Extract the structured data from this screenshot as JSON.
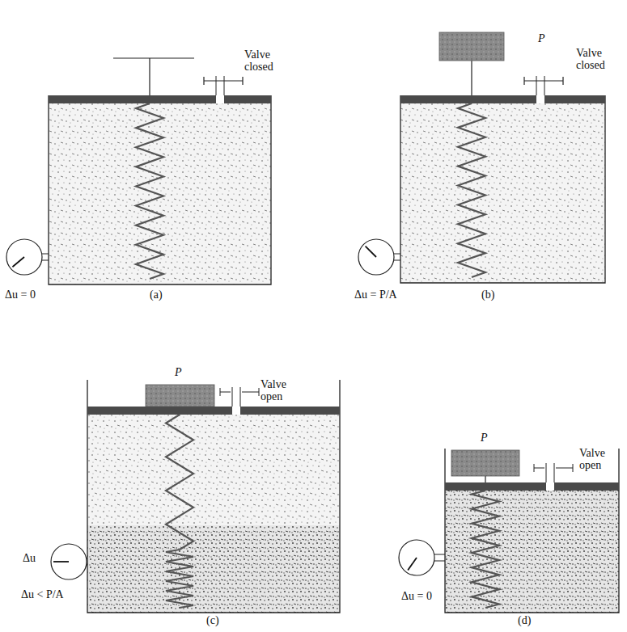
{
  "diagram": {
    "labels": [
      "Valve closed",
      "Δu = 0",
      "(a)",
      "P",
      "Valve closed",
      "Δu = P/A",
      "(b)",
      "P",
      "Valve open",
      "Δu",
      "Δu < P/A",
      "(c)",
      "P",
      "Valve open",
      "Δu = 0",
      "(d)"
    ]
  }
}
